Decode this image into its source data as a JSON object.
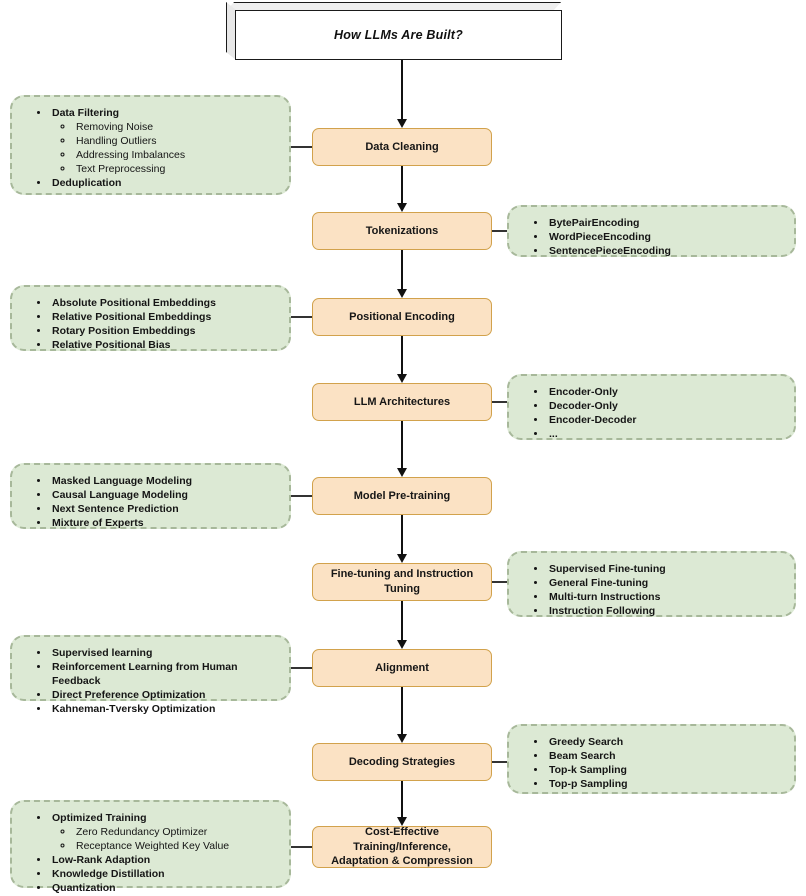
{
  "diagram": {
    "title": "How LLMs Are Built?",
    "colors": {
      "stage_fill": "#fbe2c4",
      "stage_border": "#d2a24c",
      "detail_fill": "#dce9d4",
      "detail_border": "#a7b89a",
      "connector": "#111111",
      "background": "#ffffff"
    },
    "stages": [
      {
        "id": "data-cleaning",
        "label": "Data Cleaning"
      },
      {
        "id": "tokenizations",
        "label": "Tokenizations"
      },
      {
        "id": "positional-encoding",
        "label": "Positional Encoding"
      },
      {
        "id": "llm-architectures",
        "label": "LLM Architectures"
      },
      {
        "id": "model-pre-training",
        "label": "Model Pre-training"
      },
      {
        "id": "fine-tuning",
        "label": "Fine-tuning and Instruction Tuning"
      },
      {
        "id": "alignment",
        "label": "Alignment"
      },
      {
        "id": "decoding-strategies",
        "label": "Decoding Strategies"
      },
      {
        "id": "cost-effective",
        "label_line1": "Cost-Effective Training/Inference,",
        "label_line2": "Adaptation & Compression"
      }
    ],
    "details": {
      "data_cleaning": {
        "side": "left",
        "items": [
          {
            "text": "Data Filtering",
            "children": [
              "Removing Noise",
              "Handling Outliers",
              "Addressing Imbalances",
              "Text Preprocessing"
            ]
          },
          {
            "text": "Deduplication",
            "children": []
          }
        ]
      },
      "tokenizations": {
        "side": "right",
        "items": [
          {
            "text": "BytePairEncoding",
            "children": []
          },
          {
            "text": "WordPieceEncoding",
            "children": []
          },
          {
            "text": "SentencePieceEncoding",
            "children": []
          }
        ]
      },
      "positional_encoding": {
        "side": "left",
        "items": [
          {
            "text": "Absolute Positional Embeddings",
            "children": []
          },
          {
            "text": "Relative Positional Embeddings",
            "children": []
          },
          {
            "text": "Rotary Position Embeddings",
            "children": []
          },
          {
            "text": "Relative Positional Bias",
            "children": []
          }
        ]
      },
      "llm_architectures": {
        "side": "right",
        "items": [
          {
            "text": "Encoder-Only",
            "children": []
          },
          {
            "text": "Decoder-Only",
            "children": []
          },
          {
            "text": "Encoder-Decoder",
            "children": []
          },
          {
            "text": "...",
            "children": []
          }
        ]
      },
      "model_pre_training": {
        "side": "left",
        "items": [
          {
            "text": "Masked Language Modeling",
            "children": []
          },
          {
            "text": "Causal Language Modeling",
            "children": []
          },
          {
            "text": "Next Sentence Prediction",
            "children": []
          },
          {
            "text": "Mixture of Experts",
            "children": []
          }
        ]
      },
      "fine_tuning": {
        "side": "right",
        "items": [
          {
            "text": "Supervised Fine-tuning",
            "children": []
          },
          {
            "text": "General Fine-tuning",
            "children": []
          },
          {
            "text": "Multi-turn Instructions",
            "children": []
          },
          {
            "text": "Instruction Following",
            "children": []
          }
        ]
      },
      "alignment": {
        "side": "left",
        "items": [
          {
            "text": "Supervised learning",
            "children": []
          },
          {
            "text": "Reinforcement Learning from Human Feedback",
            "children": []
          },
          {
            "text": "Direct Preference Optimization",
            "children": []
          },
          {
            "text": "Kahneman-Tversky Optimization",
            "children": []
          }
        ]
      },
      "decoding_strategies": {
        "side": "right",
        "items": [
          {
            "text": "Greedy Search",
            "children": []
          },
          {
            "text": "Beam Search",
            "children": []
          },
          {
            "text": "Top-k Sampling",
            "children": []
          },
          {
            "text": "Top-p Sampling",
            "children": []
          }
        ]
      },
      "cost_effective": {
        "side": "left",
        "items": [
          {
            "text": "Optimized Training",
            "children": [
              "Zero Redundancy Optimizer",
              "Receptance Weighted Key Value"
            ]
          },
          {
            "text": "Low-Rank Adaption",
            "children": []
          },
          {
            "text": "Knowledge Distillation",
            "children": []
          },
          {
            "text": "Quantization",
            "children": []
          }
        ]
      }
    }
  }
}
